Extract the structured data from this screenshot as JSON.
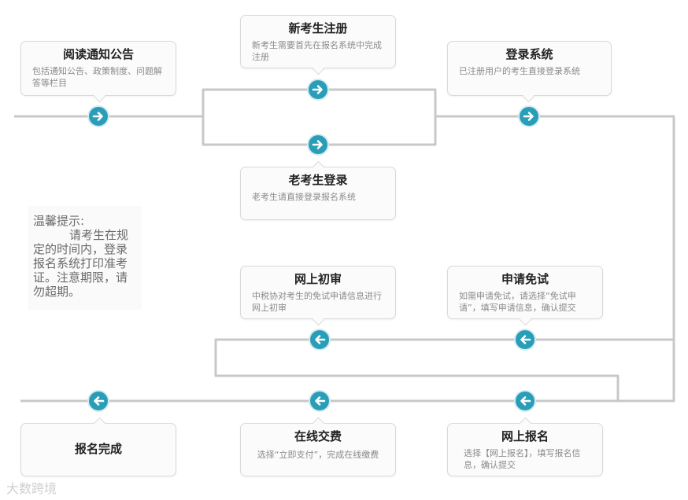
{
  "colors": {
    "accent": "#2a9db7",
    "connector": "#c8c8c8",
    "card_border": "#d9d9d9",
    "title_text": "#222222",
    "desc_text": "#8a8a8a"
  },
  "steps": {
    "read_notice": {
      "title": "阅读通知公告",
      "desc": "包括通知公告、政策制度、问题解答等栏目",
      "node_icon": "arrow-right-icon"
    },
    "new_register": {
      "title": "新考生注册",
      "desc": "新考生需要首先在报名系统中完成注册",
      "node_icon": "arrow-right-icon"
    },
    "login_system": {
      "title": "登录系统",
      "desc": "已注册用户的考生直接登录系统",
      "node_icon": "arrow-right-icon"
    },
    "old_login": {
      "title": "老考生登录",
      "desc": "老考生请直接登录报名系统",
      "node_icon": "arrow-right-icon"
    },
    "online_review": {
      "title": "网上初审",
      "desc": "中税协对考生的免试申请信息进行网上初审",
      "node_icon": "arrow-left-icon"
    },
    "apply_exempt": {
      "title": "申请免试",
      "desc": "如需申请免试，请选择“免试申请”，填写申请信息，确认提交",
      "node_icon": "arrow-left-icon"
    },
    "complete": {
      "title": "报名完成",
      "node_icon": "arrow-left-icon"
    },
    "pay_online": {
      "title": "在线交费",
      "desc": "选择“立即支付”，完成在线缴费",
      "node_icon": "arrow-left-icon"
    },
    "online_signup": {
      "title": "网上报名",
      "desc": "选择【网上报名】，填写报名信息，确认提交",
      "node_icon": "arrow-left-icon"
    }
  },
  "tip": {
    "heading": "温馨提示:",
    "body": "请考生在规定的时间内，登录报名系统打印准考证。注意期限，请勿超期。"
  },
  "watermark": "大数跨境"
}
